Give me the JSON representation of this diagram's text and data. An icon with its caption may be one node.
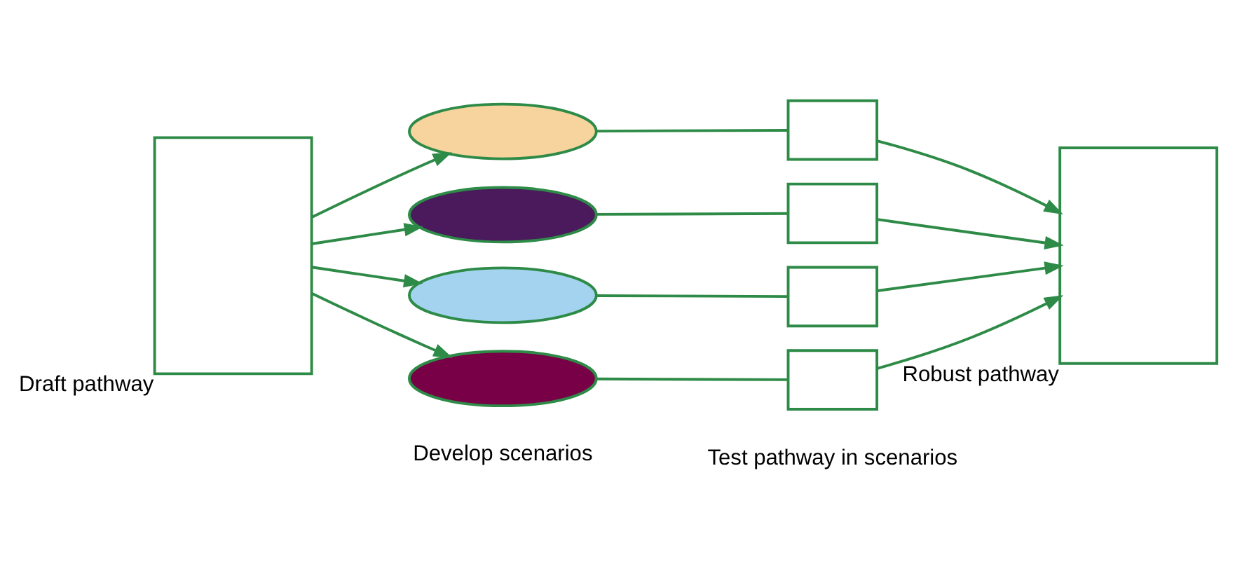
{
  "diagram": {
    "nodes": [
      {
        "text": [],
        "shape": "box",
        "beside": [
          "Draft pathway"
        ]
      },
      {
        "text": [],
        "shape": "ellipse"
      },
      {
        "text": [],
        "shape": "ellipse"
      },
      {
        "text": [],
        "shape": "ellipse"
      },
      {
        "text": [],
        "shape": "ellipse"
      },
      {
        "text": [],
        "shape": "box"
      },
      {
        "text": [],
        "shape": "box"
      },
      {
        "text": [],
        "shape": "box"
      },
      {
        "text": [],
        "shape": "box"
      },
      {
        "text": [],
        "shape": "box",
        "beside": [
          "Robust pathway"
        ]
      }
    ],
    "edges": [
      {
        "from": 0,
        "to": 1,
        "arrow": "to"
      },
      {
        "from": 0,
        "to": 2,
        "arrow": "to"
      },
      {
        "from": 0,
        "to": 3,
        "arrow": "to"
      },
      {
        "from": 0,
        "to": 4,
        "arrow": "to"
      },
      {
        "from": 1,
        "to": 5,
        "arrow": "none"
      },
      {
        "from": 2,
        "to": 6,
        "arrow": "none"
      },
      {
        "from": 3,
        "to": 7,
        "arrow": "none"
      },
      {
        "from": 4,
        "to": 8,
        "arrow": "none"
      },
      {
        "from": 5,
        "to": 9,
        "arrow": "to"
      },
      {
        "from": 6,
        "to": 9,
        "arrow": "to"
      },
      {
        "from": 7,
        "to": 9,
        "arrow": "to"
      },
      {
        "from": 8,
        "to": 9,
        "arrow": "to"
      }
    ],
    "labels": [
      "Develop scenarios",
      "Test pathway in scenarios"
    ]
  }
}
